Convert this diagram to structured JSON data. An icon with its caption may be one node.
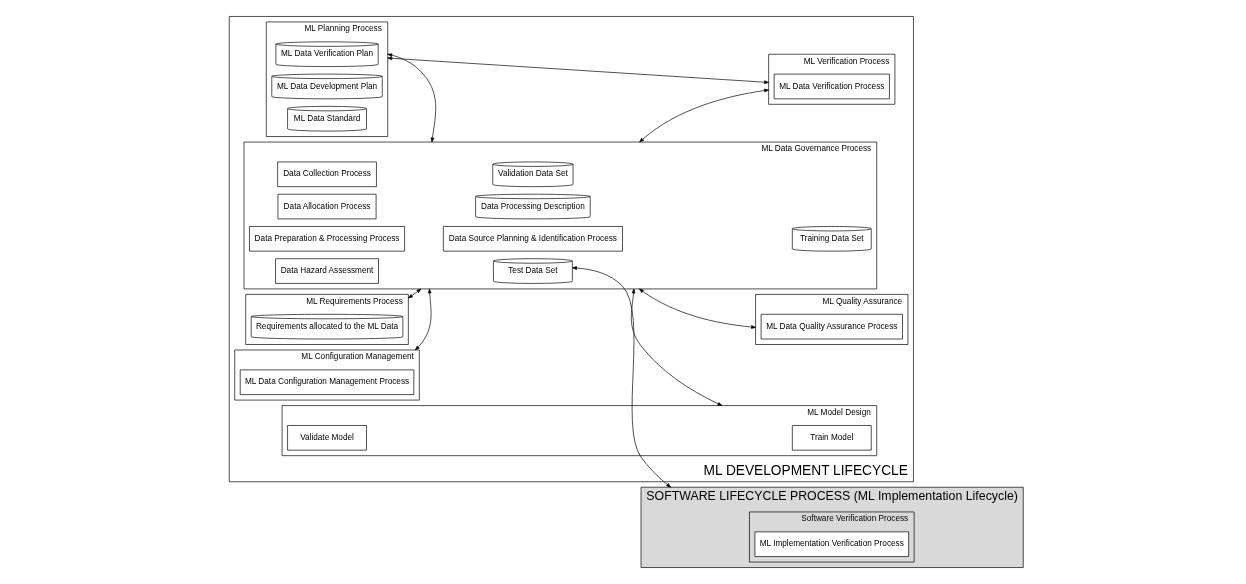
{
  "diagram": {
    "nodes": [
      {
        "text": [
          "ML DEVELOPMENT LIFECYCLE"
        ]
      },
      {
        "text": [
          "ML Planning Process"
        ],
        "in": 0
      },
      {
        "text": [
          "ML Data Verification Plan"
        ],
        "in": 1
      },
      {
        "text": [
          "ML Data Development Plan"
        ],
        "in": 1
      },
      {
        "text": [
          "ML Data Standard"
        ],
        "in": 1
      },
      {
        "text": [
          "ML Requirements Process"
        ],
        "in": 0
      },
      {
        "text": [
          "Requirements allocated to the ML Data"
        ],
        "in": 5
      },
      {
        "text": [
          "ML Configuration Management"
        ],
        "in": 0
      },
      {
        "text": [
          "ML Data Configuration Management Process"
        ],
        "in": 7
      },
      {
        "text": [
          "ML Data Governance Process"
        ],
        "in": 0
      },
      {
        "text": [
          "Data Source Planning & Identification Process"
        ],
        "in": 9
      },
      {
        "text": [
          "Data Collection Process"
        ],
        "in": 9
      },
      {
        "text": [
          "Data Preparation & Processing Process"
        ],
        "in": 9
      },
      {
        "text": [
          "Data Allocation Process"
        ],
        "in": 9
      },
      {
        "text": [
          "Data Hazard Assessment"
        ],
        "in": 9
      },
      {
        "text": [
          "Training Data Set"
        ],
        "in": 9
      },
      {
        "text": [
          "Validation Data Set"
        ],
        "in": 9
      },
      {
        "text": [
          "Test Data Set"
        ],
        "in": 9
      },
      {
        "text": [
          "Data Processing Description"
        ],
        "in": 9
      },
      {
        "text": [
          "ML Verification Process"
        ],
        "in": 0
      },
      {
        "text": [
          "ML Data Verification Process"
        ],
        "in": 19
      },
      {
        "text": [
          "ML Model Design"
        ],
        "in": 0
      },
      {
        "text": [
          "Train Model"
        ],
        "in": 21
      },
      {
        "text": [
          "Validate Model"
        ],
        "in": 21
      },
      {
        "text": [
          "ML Quality Assurance"
        ],
        "in": 0
      },
      {
        "text": [
          "ML Data Quality Assurance Process"
        ],
        "in": 24
      },
      {
        "text": [
          "SOFTWARE LIFECYCLE PROCESS (ML Implementation Lifecycle)"
        ]
      },
      {
        "text": [
          "Software Verification Process"
        ],
        "in": 26
      },
      {
        "text": [
          "ML Implementation Verification Process"
        ],
        "in": 27
      }
    ],
    "edges": [
      {
        "from": 1,
        "to": 19,
        "arrow": "both"
      },
      {
        "from": 1,
        "to": 9,
        "arrow": "both"
      },
      {
        "from": 5,
        "to": 9,
        "arrow": "both"
      },
      {
        "from": 7,
        "to": 9,
        "arrow": "both"
      },
      {
        "from": 9,
        "to": 19,
        "arrow": "both"
      },
      {
        "from": 9,
        "to": 21,
        "arrow": "both"
      },
      {
        "from": 9,
        "to": 24,
        "arrow": "both"
      },
      {
        "from": 17,
        "to": 26,
        "arrow": "both"
      }
    ]
  }
}
